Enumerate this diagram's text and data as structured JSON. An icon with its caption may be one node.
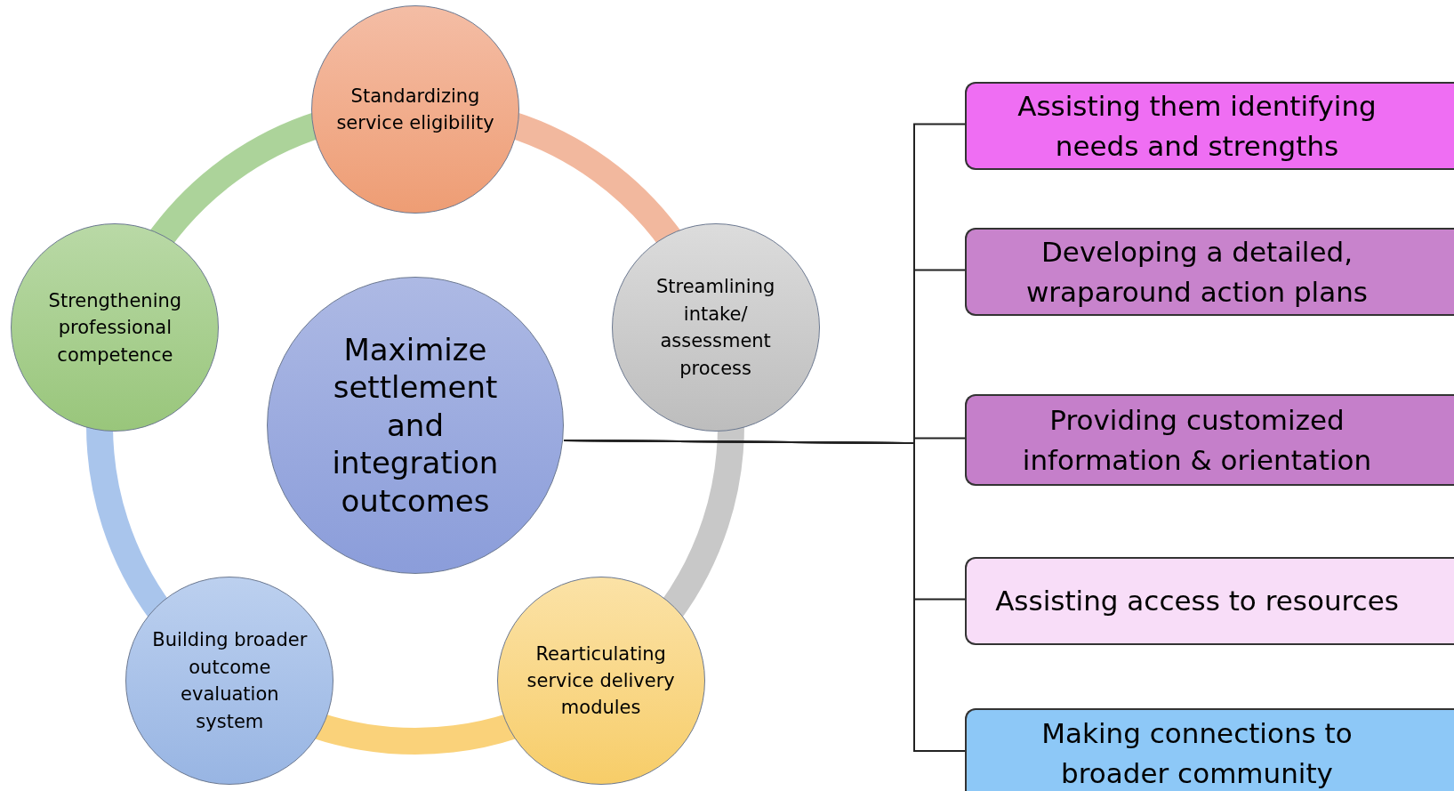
{
  "diagram": {
    "nodes": [
      {
        "text": [
          "Standardizing service eligibility"
        ]
      },
      {
        "text": [
          "Streamlining intake/ assessment process"
        ]
      },
      {
        "text": [
          "Rearticulating service delivery modules"
        ]
      },
      {
        "text": [
          "Building broader outcome evaluation system"
        ]
      },
      {
        "text": [
          "Strengthening professional competence"
        ]
      },
      {
        "text": [
          "Maximize settlement and integration outcomes"
        ]
      },
      {
        "text": [
          "Assisting them identifying needs and strengths"
        ]
      },
      {
        "text": [
          "Developing a detailed, wraparound action plans"
        ]
      },
      {
        "text": [
          "Providing customized information & orientation"
        ]
      },
      {
        "text": [
          "Assisting access to resources"
        ]
      },
      {
        "text": [
          "Making connections to broader community"
        ]
      }
    ],
    "edges": [
      {
        "from": 0,
        "to": 1,
        "arrow": "none",
        "style": "thick",
        "color": "#f2b89e"
      },
      {
        "from": 1,
        "to": 2,
        "arrow": "none",
        "style": "thick",
        "color": "#c8c8c8"
      },
      {
        "from": 2,
        "to": 3,
        "arrow": "none",
        "style": "thick",
        "color": "#fad27a"
      },
      {
        "from": 3,
        "to": 4,
        "arrow": "none",
        "style": "thick",
        "color": "#a9c5ec"
      },
      {
        "from": 4,
        "to": 0,
        "arrow": "none",
        "style": "thick",
        "color": "#acd39a"
      },
      {
        "from": 5,
        "to": 6,
        "arrow": "none"
      },
      {
        "from": 5,
        "to": 7,
        "arrow": "none"
      },
      {
        "from": 5,
        "to": 8,
        "arrow": "none"
      },
      {
        "from": 5,
        "to": 9,
        "arrow": "none"
      },
      {
        "from": 5,
        "to": 10,
        "arrow": "none"
      }
    ]
  }
}
